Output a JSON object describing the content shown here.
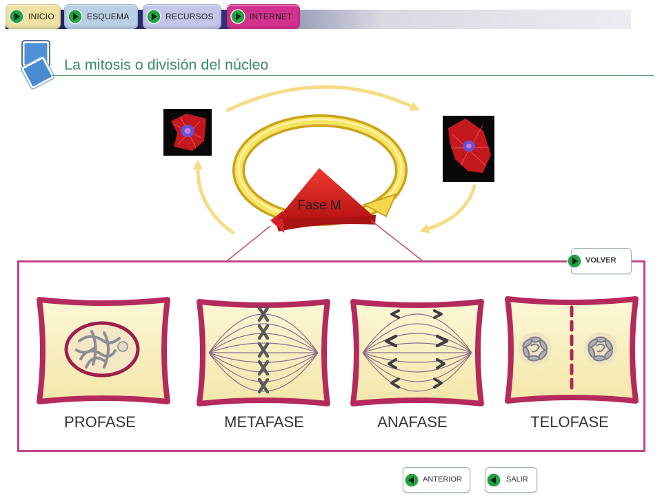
{
  "nav": {
    "tabs": [
      {
        "label": "INICIO",
        "icon": "play-icon",
        "color": "#efe3a3"
      },
      {
        "label": "ESQUEMA",
        "icon": "play-icon",
        "color": "#b9cfe6"
      },
      {
        "label": "RECURSOS",
        "icon": "play-icon",
        "color": "#c5c5ea"
      },
      {
        "label": "INTERNET",
        "icon": "play-icon",
        "color": "#d2318e"
      }
    ]
  },
  "title": "La mitosis o división del núcleo",
  "cycle": {
    "phase_label": "Fase M"
  },
  "stages": [
    {
      "label": "PROFASE"
    },
    {
      "label": "METAFASE"
    },
    {
      "label": "ANAFASE"
    },
    {
      "label": "TELOFASE"
    }
  ],
  "buttons": {
    "volver": {
      "label": "VOLVER",
      "icon": "play-icon"
    },
    "anterior": {
      "label": "ANTERIOR",
      "icon": "back-arrow-icon"
    },
    "salir": {
      "label": "SALIR",
      "icon": "back-arrow-icon"
    }
  },
  "colors": {
    "title": "#3b8a63",
    "frame": "#c3428c",
    "cell_membrane": "#b52a5c",
    "cell_cytoplasm": "#f9f1c4",
    "ring": "#f6e463",
    "phase_m": "#d82020",
    "button_icon": "#23a144"
  }
}
